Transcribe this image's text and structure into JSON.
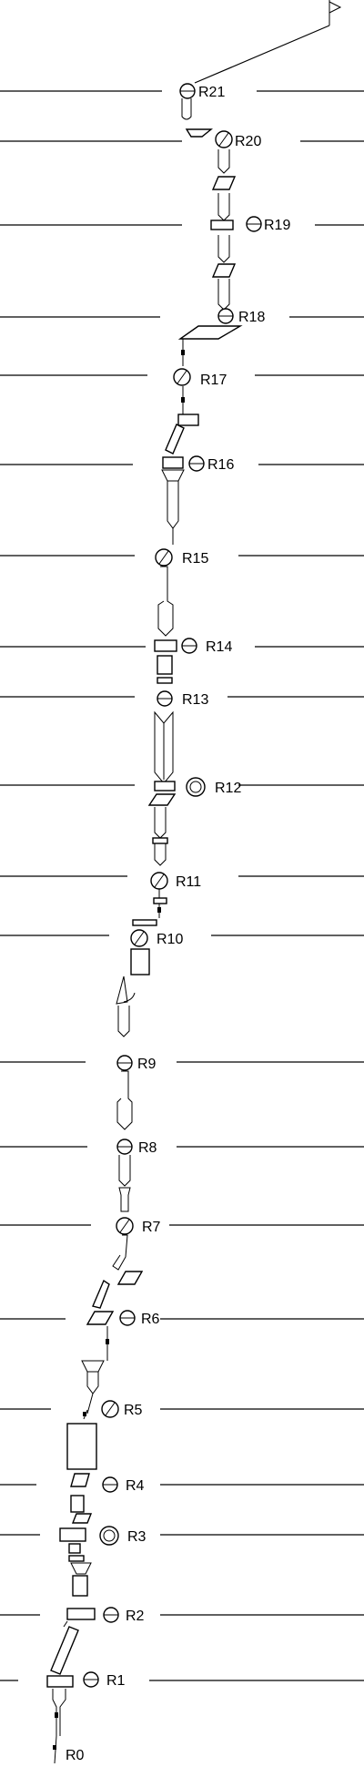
{
  "diagram": {
    "labels": [
      "R0",
      "R1",
      "R2",
      "R3",
      "R4",
      "R5",
      "R6",
      "R7",
      "R8",
      "R9",
      "R10",
      "R11",
      "R12",
      "R13",
      "R14",
      "R15",
      "R16",
      "R17",
      "R18",
      "R19",
      "R20",
      "R21"
    ],
    "rows": [
      {
        "label": "R21",
        "symbol": "horizontal-bar-circle-icon"
      },
      {
        "label": "R20",
        "symbol": "slashed-circle-icon"
      },
      {
        "label": "R19",
        "symbol": "horizontal-bar-circle-icon"
      },
      {
        "label": "R18",
        "symbol": "horizontal-bar-circle-icon"
      },
      {
        "label": "R17",
        "symbol": "slashed-circle-icon"
      },
      {
        "label": "R16",
        "symbol": "horizontal-bar-circle-icon"
      },
      {
        "label": "R15",
        "symbol": "slashed-circle-icon"
      },
      {
        "label": "R14",
        "symbol": "horizontal-bar-circle-icon"
      },
      {
        "label": "R13",
        "symbol": "horizontal-bar-circle-icon"
      },
      {
        "label": "R12",
        "symbol": "double-circle-icon"
      },
      {
        "label": "R11",
        "symbol": "slashed-circle-icon"
      },
      {
        "label": "R10",
        "symbol": "slashed-circle-icon"
      },
      {
        "label": "R9",
        "symbol": "horizontal-bar-circle-icon"
      },
      {
        "label": "R8",
        "symbol": "horizontal-bar-circle-icon"
      },
      {
        "label": "R7",
        "symbol": "slashed-circle-icon"
      },
      {
        "label": "R6",
        "symbol": "horizontal-bar-circle-icon"
      },
      {
        "label": "R5",
        "symbol": "slashed-circle-icon"
      },
      {
        "label": "R4",
        "symbol": "horizontal-bar-circle-icon"
      },
      {
        "label": "R3",
        "symbol": "double-circle-icon"
      },
      {
        "label": "R2",
        "symbol": "horizontal-bar-circle-icon"
      },
      {
        "label": "R1",
        "symbol": "horizontal-bar-circle-icon"
      }
    ]
  }
}
